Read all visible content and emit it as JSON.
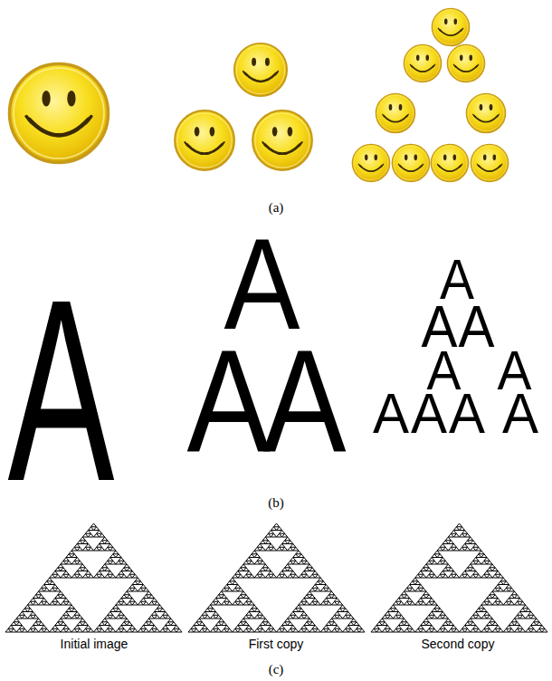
{
  "diagram": {
    "labels": [
      "(a)",
      "A",
      "A",
      "A",
      "A",
      "A",
      "A",
      "A",
      "A",
      "A",
      "A",
      "A",
      "A",
      "A",
      "(b)",
      "Initial image",
      "First copy",
      "Second copy",
      "(c)"
    ]
  }
}
